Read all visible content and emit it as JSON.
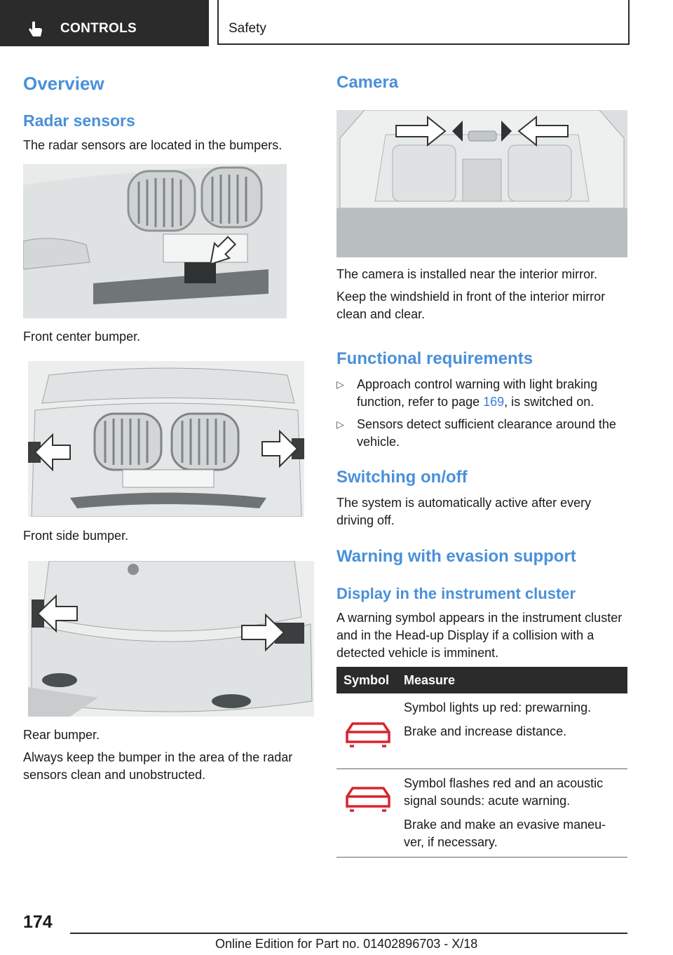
{
  "header": {
    "section_tab": "CONTROLS",
    "chapter_tab": "Safety"
  },
  "left": {
    "overview_heading": "Overview",
    "radar_heading": "Radar sensors",
    "radar_intro": "The radar sensors are located in the bumpers.",
    "caption_front_center": "Front center bumper.",
    "caption_front_side": "Front side bumper.",
    "caption_rear": "Rear bumper.",
    "rear_note": "Always keep the bumper in the area of the radar sensors clean and unobstructed."
  },
  "right": {
    "camera_heading": "Camera",
    "camera_line1": "The camera is installed near the interior mirror.",
    "camera_line2": "Keep the windshield in front of the interior mirror clean and clear.",
    "func_heading": "Functional requirements",
    "bullets": [
      {
        "pre": "Approach control warning with light braking function, refer to page ",
        "link": "169",
        "post": ", is switched on."
      },
      {
        "pre": "Sensors detect sufficient clearance around the vehicle.",
        "link": "",
        "post": ""
      }
    ],
    "switch_heading": "Switching on/off",
    "switch_text": "The system is automatically active after every driving off.",
    "warning_heading": "Warning with evasion support",
    "display_heading": "Display in the instrument cluster",
    "display_text": "A warning symbol appears in the instrument cluster and in the Head-up Display if a collision with a detected vehicle is imminent.",
    "table": {
      "col_symbol": "Symbol",
      "col_measure": "Measure",
      "rows": [
        {
          "icon": "car-warning-icon",
          "lines": [
            "Symbol lights up red: prewarning.",
            "Brake and increase distance."
          ]
        },
        {
          "icon": "car-warning-icon",
          "lines": [
            "Symbol flashes red and an acoustic signal sounds: acute warning.",
            "Brake and make an evasive maneu-ver, if necessary."
          ]
        }
      ]
    }
  },
  "footer": {
    "page_number": "174",
    "edition": "Online Edition for Part no. 01402896703 - X/18"
  },
  "colors": {
    "heading_blue": "#4a90d9",
    "link_blue": "#3b7dd8",
    "warning_red": "#d9242a",
    "dark_bar": "#2b2b2b"
  }
}
